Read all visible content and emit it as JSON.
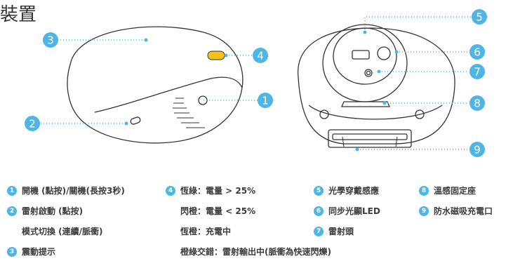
{
  "title": "裝置",
  "callouts": [
    "1",
    "2",
    "3",
    "4",
    "5",
    "6",
    "7",
    "8",
    "9"
  ],
  "colors": {
    "badge": "#4eb5e5",
    "led": "#f7c21a",
    "line": "#4eb5e5",
    "outline": "#333333"
  },
  "legend": {
    "i1": {
      "num": "1",
      "text": "開機 (點按)/關機(長按3秒)"
    },
    "i2": {
      "num": "2",
      "text": "雷射啟動 (點按)"
    },
    "i2b": {
      "text": "模式切換 (連續/脈衝)"
    },
    "i3": {
      "num": "3",
      "text": "震動提示"
    },
    "i4": {
      "num": "4",
      "text": "恆綠：電量 > 25%"
    },
    "i4b": {
      "text": "閃橙：電量 < 25%"
    },
    "i4c": {
      "text": "恆橙：充電中"
    },
    "i4d": {
      "text": "橙綠交錯：雷射輸出中(脈衝為快速閃爍)"
    },
    "i5": {
      "num": "5",
      "text": "光學穿戴感應"
    },
    "i6": {
      "num": "6",
      "text": "同步光顯LED"
    },
    "i7": {
      "num": "7",
      "text": "雷射頭"
    },
    "i8": {
      "num": "8",
      "text": "溫感固定座"
    },
    "i9": {
      "num": "9",
      "text": "防水磁吸充電口"
    }
  }
}
